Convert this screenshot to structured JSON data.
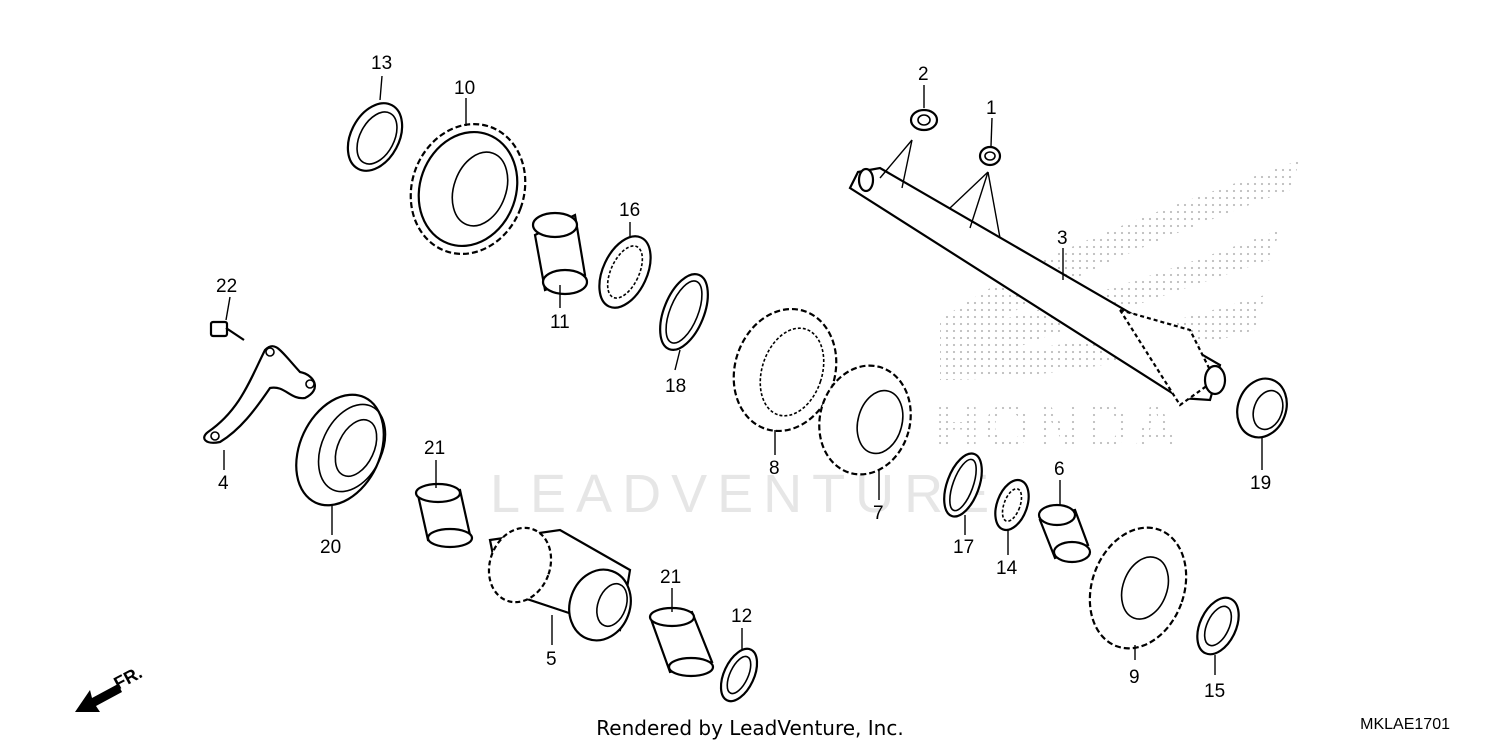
{
  "watermark": "LEADVENTURE",
  "brand_watermark": "HONDA",
  "direction_label": "FR.",
  "footer": "Rendered by LeadVenture, Inc.",
  "diagram_code": "MKLAE1701",
  "callouts": {
    "p1": "1",
    "p2": "2",
    "p3": "3",
    "p4": "4",
    "p5": "5",
    "p6": "6",
    "p7": "7",
    "p8": "8",
    "p9": "9",
    "p10": "10",
    "p11": "11",
    "p12": "12",
    "p13": "13",
    "p14": "14",
    "p15": "15",
    "p16": "16",
    "p17": "17",
    "p18": "18",
    "p19": "19",
    "p20": "20",
    "p21a": "21",
    "p21b": "21",
    "p22": "22"
  }
}
